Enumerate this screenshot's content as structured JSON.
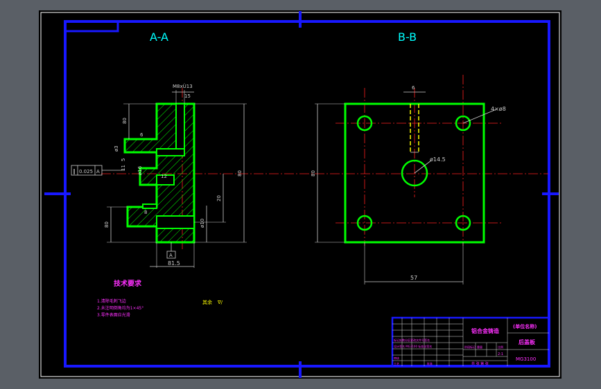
{
  "drawing": {
    "views": {
      "section_a": "A-A",
      "section_b": "B-B"
    },
    "dimensions_a": {
      "thread": "M8xÙ13",
      "d15": "15",
      "d80": "80",
      "d6": "6",
      "d3": "ø3",
      "d5": "5",
      "d11": "11",
      "d16": "ø16",
      "d12": "12",
      "d20": "20",
      "d_hole": "ø10",
      "d8": "8",
      "d80b": "80",
      "d81": "81.5",
      "height": "80"
    },
    "dimensions_b": {
      "d6": "6",
      "holes": "4×ø8",
      "center_hole": "ø14.5",
      "height": "80",
      "width": "57"
    },
    "tolerance": {
      "symbol": "∥",
      "value": "0.025",
      "datum": "A"
    },
    "datum_label": "A",
    "tech_title": "技术要求",
    "tech_notes": [
      "1.清除毛刺飞边",
      "2.未注明倒角均为1×45°",
      "3.零件表面应光滑"
    ],
    "roughness_label": "其余",
    "roughness_symbol": "∇/"
  },
  "title_block": {
    "school": "铝合金铸造",
    "unit": "(单位名称)",
    "part_name": "后盖板",
    "code": "MG3100",
    "scale": "2:1",
    "stage": "阶段标记",
    "weight": "重量",
    "ratio": "比例",
    "sheets": "共 张  第 张",
    "approve": "批准"
  },
  "colors": {
    "frame": "#1818ff",
    "outline": "#00ff00",
    "dim": "#cfcfcf",
    "center": "#ff2020",
    "hatch": "#00ff00",
    "hidden": "#ffff00",
    "text_cyan": "#00ffff",
    "text_magenta": "#ff30ff"
  }
}
